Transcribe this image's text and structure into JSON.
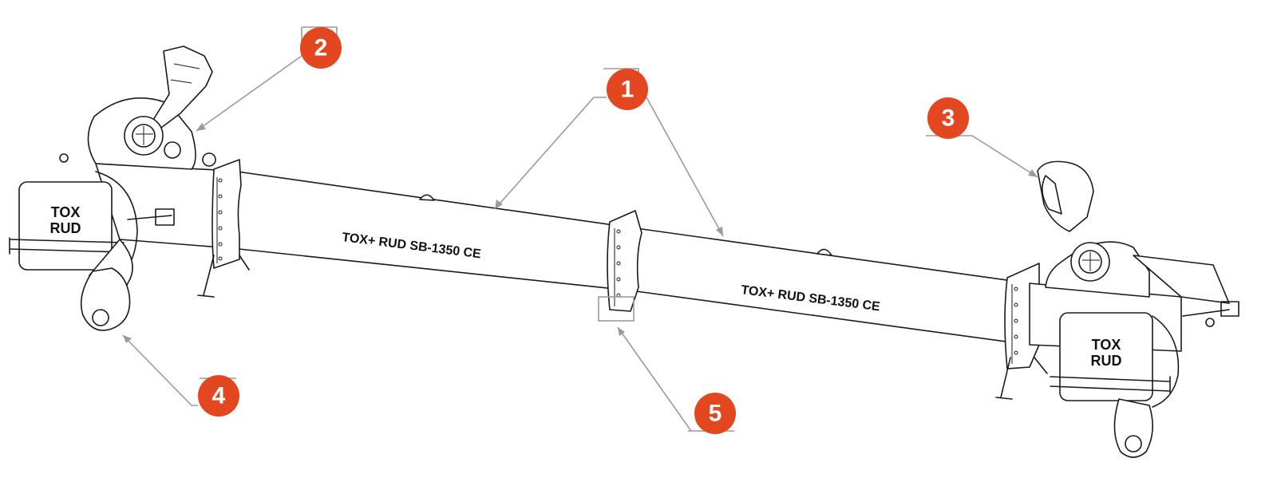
{
  "callouts": [
    {
      "id": "callout-1",
      "number": "1"
    },
    {
      "id": "callout-2",
      "number": "2"
    },
    {
      "id": "callout-3",
      "number": "3"
    },
    {
      "id": "callout-4",
      "number": "4"
    },
    {
      "id": "callout-5",
      "number": "5"
    }
  ],
  "beam_markings": {
    "left_section": "TOX+ RUD SB-1350 CE",
    "right_section": "TOX+ RUD SB-1350 CE"
  },
  "end_plates": {
    "left": {
      "line1": "TOX",
      "line2": "RUD"
    },
    "right": {
      "line1": "TOX",
      "line2": "RUD"
    }
  },
  "colors": {
    "callout": "#e2471f",
    "leader": "#9a9a9a",
    "outline": "#1a1a1a"
  }
}
